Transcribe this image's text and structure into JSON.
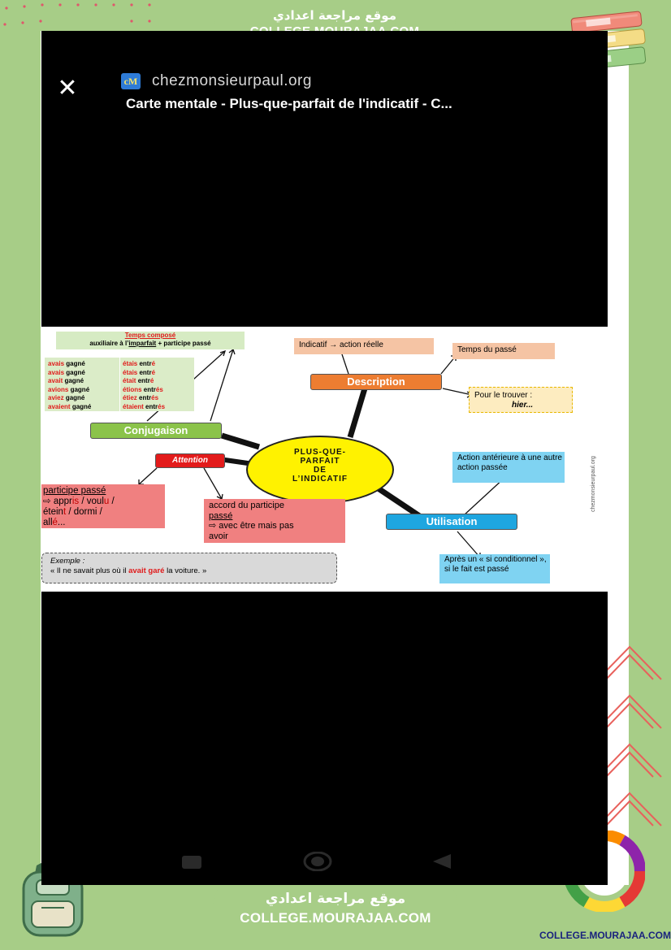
{
  "site_banner": {
    "arabic": "موقع مراجعة اعدادي",
    "url": "COLLEGE.MOURAJAA.COM"
  },
  "footer_brand": "COLLEGE.MOURAJAA.COM",
  "colors": {
    "frame_green": "#a7cd87",
    "phone_bg": "#000000"
  },
  "viewer": {
    "close_icon": "close-icon",
    "site_name": "chezmonsieurpaul.org",
    "title": "Carte mentale - Plus-que-parfait de l'indicatif - C..."
  },
  "mindmap": {
    "center": [
      "PLUS-QUE-",
      "PARFAIT",
      "DE",
      "L’INDICATIF"
    ],
    "temps_compose": {
      "title": "Temps composé",
      "line_prefix": "auxiliaire à l’",
      "line_underlined": "imparfait",
      "line_suffix": " + participe passé"
    },
    "conjugaison_label": "Conjugaison",
    "gagner": [
      {
        "aux": "avais",
        "verb": "gagné"
      },
      {
        "aux": "avais",
        "verb": "gagné"
      },
      {
        "aux": "avait",
        "verb": "gagné"
      },
      {
        "aux": "avions",
        "verb": "gagné"
      },
      {
        "aux": "aviez",
        "verb": "gagné"
      },
      {
        "aux": "avaient",
        "verb": "gagné"
      }
    ],
    "entrer": [
      {
        "aux": "étais",
        "stem": "entr",
        "ending": "é"
      },
      {
        "aux": "étais",
        "stem": "entr",
        "ending": "é"
      },
      {
        "aux": "était",
        "stem": "entr",
        "ending": "é"
      },
      {
        "aux": "étions",
        "stem": "entr",
        "ending": "és"
      },
      {
        "aux": "étiez",
        "stem": "entr",
        "ending": "és"
      },
      {
        "aux": "étaient",
        "stem": "entr",
        "ending": "és"
      }
    ],
    "description_label": "Description",
    "indicatif": "Indicatif → action réelle",
    "temps_du_passe": "Temps du passé",
    "pour_le_trouver": "Pour le trouver :",
    "hier": "hier...",
    "attention_label": "Attention",
    "participe_title": "participe passé",
    "participe_lines": [
      {
        "arrow": "⇨ ",
        "parts": [
          [
            "appr",
            ""
          ],
          [
            "is",
            "red"
          ],
          [
            " / voul",
            ""
          ],
          [
            "u",
            "red"
          ],
          [
            " /",
            ""
          ]
        ]
      },
      {
        "arrow": "",
        "parts": [
          [
            "étein",
            ""
          ],
          [
            "t",
            "red"
          ],
          [
            " / dormi /",
            ""
          ]
        ]
      },
      {
        "arrow": "",
        "parts": [
          [
            "all",
            ""
          ],
          [
            "é",
            "red"
          ],
          [
            "...",
            ""
          ]
        ]
      }
    ],
    "accord_line1": "accord du participe",
    "accord_line2": "passé",
    "accord_line3": "⇨  avec être mais pas",
    "accord_line4": "avoir",
    "utilisation_label": "Utilisation",
    "action_anterieure": "Action antérieure à une autre action passée",
    "apres_un_si": "Après un « si conditionnel », si le fait est passé",
    "exemple_title": "Exemple :",
    "exemple_before": "« Il ne savait plus où il ",
    "exemple_highlight": "avait garé",
    "exemple_after": " la voiture. »",
    "side_watermark": "chezmonsieurpaul.org"
  },
  "android_nav": {
    "recent": "recent-apps-icon",
    "home": "home-icon",
    "back": "back-icon"
  }
}
